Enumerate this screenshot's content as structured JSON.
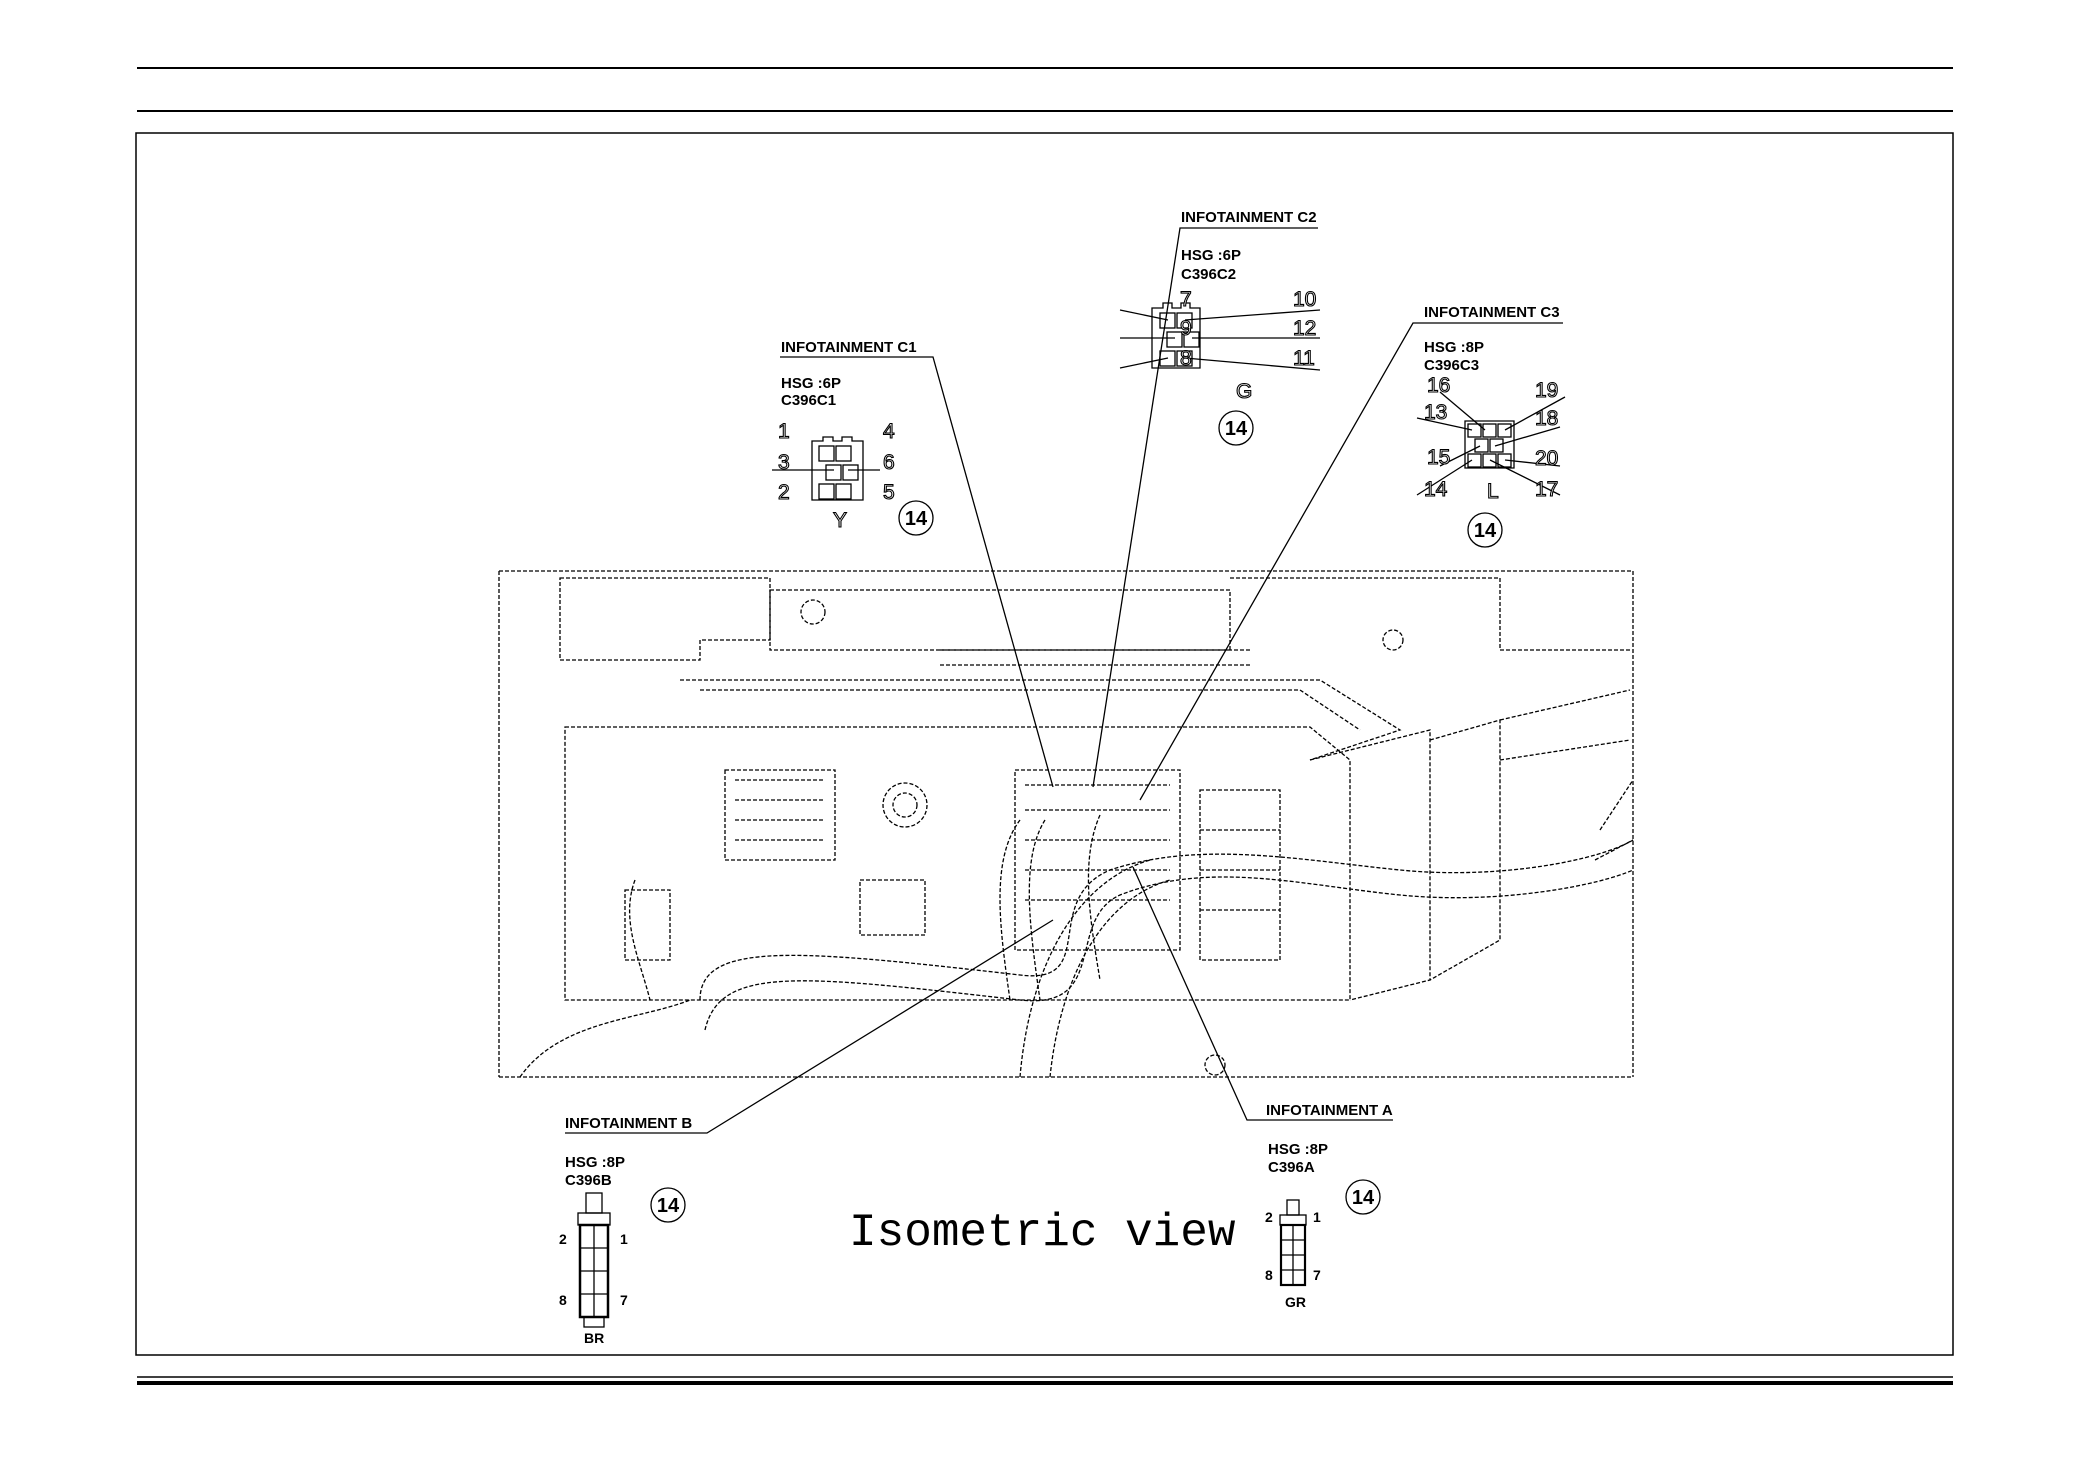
{
  "title": "Isometric view",
  "connectors": [
    {
      "label": "INFOTAINMENT C1",
      "housing": "HSG :6P",
      "code": "C396C1",
      "pins": [
        "1",
        "2",
        "3",
        "4",
        "5",
        "6"
      ],
      "color": "Y",
      "callout": "14"
    },
    {
      "label": "INFOTAINMENT C2",
      "housing": "HSG :6P",
      "code": "C396C2",
      "pins": [
        "7",
        "8",
        "9",
        "10",
        "11",
        "12"
      ],
      "color": "G",
      "callout": "14"
    },
    {
      "label": "INFOTAINMENT C3",
      "housing": "HSG :8P",
      "code": "C396C3",
      "pins": [
        "13",
        "14",
        "15",
        "16",
        "17",
        "18",
        "19",
        "20"
      ],
      "color": "L",
      "callout": "14"
    },
    {
      "label": "INFOTAINMENT B",
      "housing": "HSG :8P",
      "code": "C396B",
      "pins": [
        "1",
        "2",
        "7",
        "8"
      ],
      "color": "BR",
      "callout": "14"
    },
    {
      "label": "INFOTAINMENT A",
      "housing": "HSG :8P",
      "code": "C396A",
      "pins": [
        "1",
        "2",
        "7",
        "8"
      ],
      "color": "GR",
      "callout": "14"
    }
  ]
}
